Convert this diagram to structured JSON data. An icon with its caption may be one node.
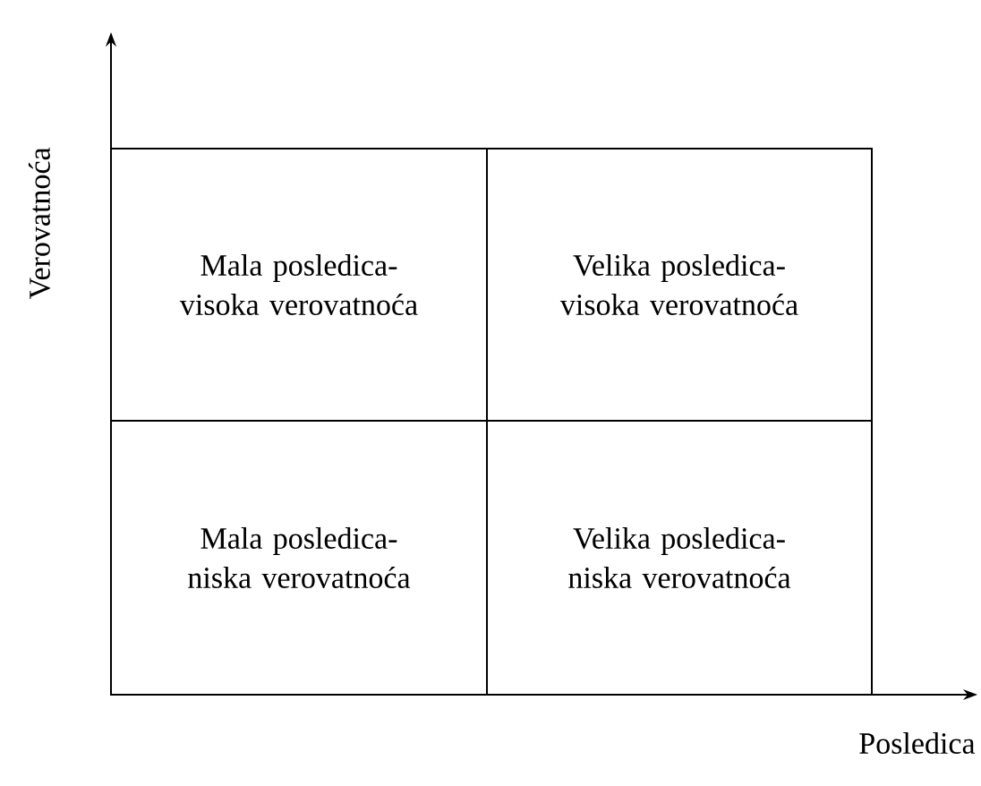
{
  "diagram": {
    "nodes": [
      {
        "text": [
          "Mala posledica- visoka verovatnoća"
        ]
      },
      {
        "text": [
          "Velika posledica- visoka verovatnoća"
        ]
      },
      {
        "text": [
          "Mala posledica- niska verovatnoća"
        ]
      },
      {
        "text": [
          "Velika posledica- niska verovatnoća"
        ]
      }
    ],
    "labels": [
      "Verovatnoća",
      "Posledica"
    ]
  }
}
